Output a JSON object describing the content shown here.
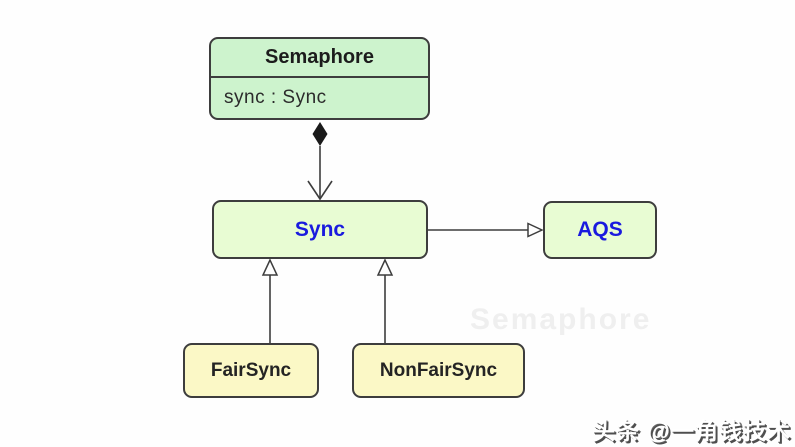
{
  "diagram": {
    "type": "uml-class-diagram",
    "topic": "Semaphore internal structure",
    "nodes": {
      "semaphore": {
        "title": "Semaphore",
        "attribute": "sync :  Sync",
        "fill": "#cdf3cd",
        "text_color": "#1c1c1c"
      },
      "sync": {
        "label": "Sync",
        "fill": "#e8fcd3",
        "text_color": "#1a1ade"
      },
      "aqs": {
        "label": "AQS",
        "fill": "#e8fcd3",
        "text_color": "#1a1ade"
      },
      "fairsync": {
        "label": "FairSync",
        "fill": "#fbf8c6",
        "text_color": "#242424"
      },
      "nonfairsync": {
        "label": "NonFairSync",
        "fill": "#fbf8c6",
        "text_color": "#242424"
      }
    },
    "edges": [
      {
        "from": "Semaphore",
        "to": "Sync",
        "type": "composition"
      },
      {
        "from": "Sync",
        "to": "AQS",
        "type": "generalization"
      },
      {
        "from": "FairSync",
        "to": "Sync",
        "type": "generalization"
      },
      {
        "from": "NonFairSync",
        "to": "Sync",
        "type": "generalization"
      }
    ],
    "ghost_text": "Semaphore"
  },
  "watermark": {
    "text": "头条 @一角钱技术"
  },
  "colors": {
    "background": "#fefefe",
    "border": "#3d3d3d",
    "accent_blue": "#1a1ade",
    "semaphore_fill": "#cdf3cd",
    "sync_fill": "#e8fcd3",
    "leaf_fill": "#fbf8c6"
  }
}
